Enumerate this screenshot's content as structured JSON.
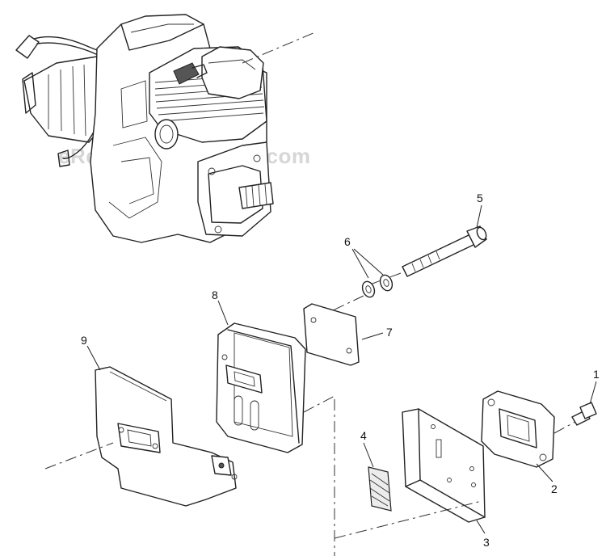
{
  "watermark": "eReplacementParts.com",
  "callouts": {
    "c1": "1",
    "c2": "2",
    "c3": "3",
    "c4": "4",
    "c5": "5",
    "c6": "6",
    "c7": "7",
    "c8": "8",
    "c9": "9"
  }
}
